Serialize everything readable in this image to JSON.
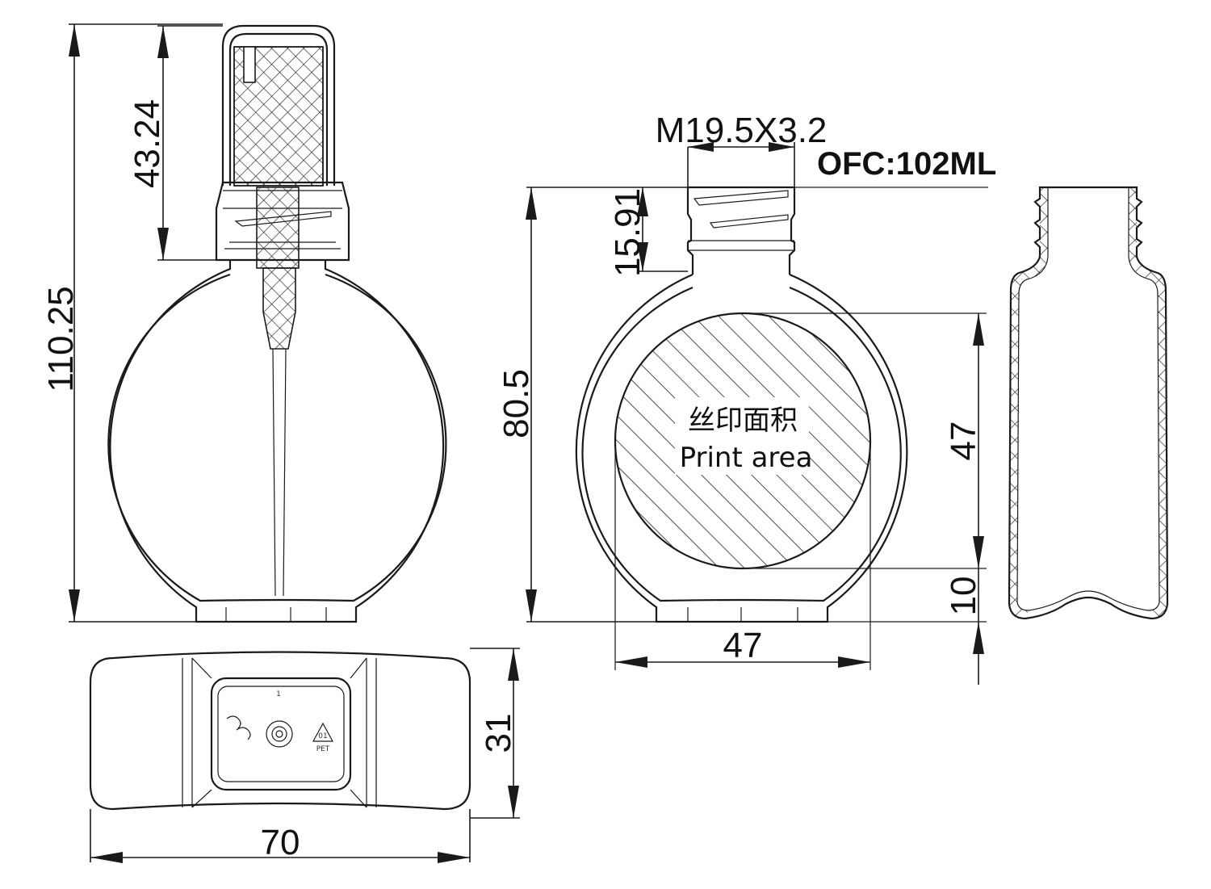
{
  "drawing": {
    "thread_spec": "M19.5X3.2",
    "capacity": "OFC:102ML",
    "print_area_cn": "丝印面积",
    "print_area_en": "Print area",
    "dimensions": {
      "total_height": "110.25",
      "sprayer_height": "43.24",
      "body_height": "80.5",
      "neck_height": "15.91",
      "print_width": "47",
      "print_height": "47",
      "print_bottom_offset": "10",
      "bottle_width": "70",
      "bottle_depth": "31"
    },
    "base_marks": {
      "recycle_number": "01",
      "recycle_material": "PET",
      "cavity_number": "1"
    }
  }
}
